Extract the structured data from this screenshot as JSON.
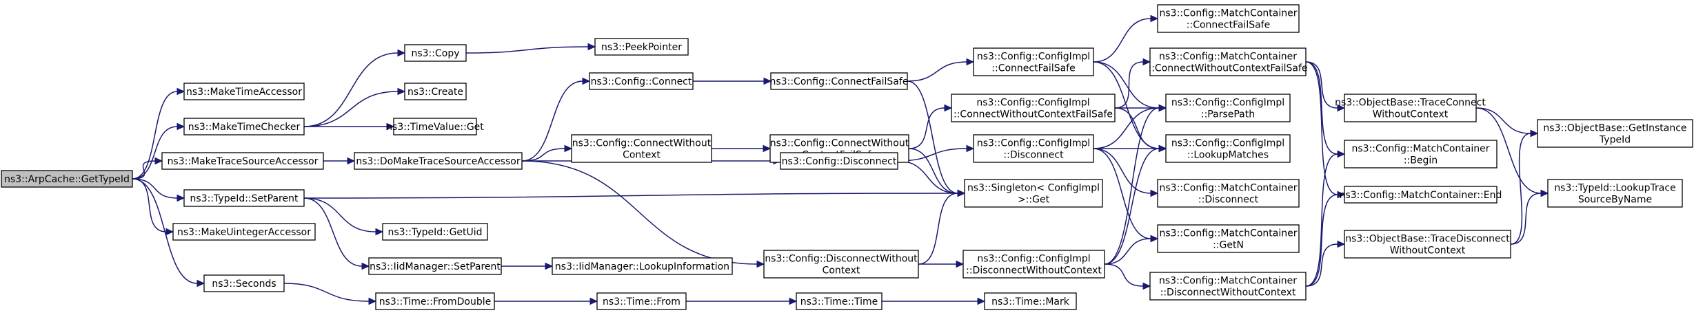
{
  "nodes": [
    {
      "id": "root",
      "lines": [
        "ns3::ArpCache::GetTypeId"
      ],
      "root": true
    },
    {
      "id": "mta",
      "lines": [
        "ns3::MakeTimeAccessor"
      ]
    },
    {
      "id": "mtc",
      "lines": [
        "ns3::MakeTimeChecker"
      ]
    },
    {
      "id": "mtsa",
      "lines": [
        "ns3::MakeTraceSourceAccessor"
      ]
    },
    {
      "id": "sp",
      "lines": [
        "ns3::TypeId::SetParent"
      ]
    },
    {
      "id": "mua",
      "lines": [
        "ns3::MakeUintegerAccessor"
      ]
    },
    {
      "id": "sec",
      "lines": [
        "ns3::Seconds"
      ]
    },
    {
      "id": "copy",
      "lines": [
        "ns3::Copy"
      ]
    },
    {
      "id": "create",
      "lines": [
        "ns3::Create"
      ]
    },
    {
      "id": "tvget",
      "lines": [
        "ns3::TimeValue::Get"
      ]
    },
    {
      "id": "dmtsa",
      "lines": [
        "ns3::DoMakeTraceSourceAccessor"
      ]
    },
    {
      "id": "getuid",
      "lines": [
        "ns3::TypeId::GetUid"
      ]
    },
    {
      "id": "iidsp",
      "lines": [
        "ns3::IidManager::SetParent"
      ]
    },
    {
      "id": "fromdouble",
      "lines": [
        "ns3::Time::FromDouble"
      ]
    },
    {
      "id": "peek",
      "lines": [
        "ns3::PeekPointer"
      ]
    },
    {
      "id": "cconnect",
      "lines": [
        "ns3::Config::Connect"
      ]
    },
    {
      "id": "ccwc",
      "lines": [
        "ns3::Config::ConnectWithout",
        "Context"
      ]
    },
    {
      "id": "lookupinfo",
      "lines": [
        "ns3::IidManager::LookupInformation"
      ]
    },
    {
      "id": "tfrom",
      "lines": [
        "ns3::Time::From"
      ]
    },
    {
      "id": "ccfs",
      "lines": [
        "ns3::Config::ConnectFailSafe"
      ]
    },
    {
      "id": "ccwcfs",
      "lines": [
        "ns3::Config::ConnectWithout",
        "ContextFailSafe"
      ]
    },
    {
      "id": "cdisc",
      "lines": [
        "ns3::Config::Disconnect"
      ]
    },
    {
      "id": "cdwc",
      "lines": [
        "ns3::Config::DisconnectWithout",
        "Context"
      ]
    },
    {
      "id": "ttime",
      "lines": [
        "ns3::Time::Time"
      ]
    },
    {
      "id": "cicfs",
      "lines": [
        "ns3::Config::ConfigImpl",
        "::ConnectFailSafe"
      ]
    },
    {
      "id": "cicwcfs",
      "lines": [
        "ns3::Config::ConfigImpl",
        "::ConnectWithoutContextFailSafe"
      ]
    },
    {
      "id": "cidisc",
      "lines": [
        "ns3::Config::ConfigImpl",
        "::Disconnect"
      ]
    },
    {
      "id": "singleton",
      "lines": [
        "ns3::Singleton< ConfigImpl",
        ">::Get"
      ]
    },
    {
      "id": "cidwc",
      "lines": [
        "ns3::Config::ConfigImpl",
        "::DisconnectWithoutContext"
      ]
    },
    {
      "id": "tmark",
      "lines": [
        "ns3::Time::Mark"
      ]
    },
    {
      "id": "mccfs",
      "lines": [
        "ns3::Config::MatchContainer",
        "::ConnectFailSafe"
      ]
    },
    {
      "id": "mccwcfs",
      "lines": [
        "ns3::Config::MatchContainer",
        "::ConnectWithoutContextFailSafe"
      ]
    },
    {
      "id": "parsepath",
      "lines": [
        "ns3::Config::ConfigImpl",
        "::ParsePath"
      ]
    },
    {
      "id": "lookupm",
      "lines": [
        "ns3::Config::ConfigImpl",
        "::LookupMatches"
      ]
    },
    {
      "id": "mcdisc",
      "lines": [
        "ns3::Config::MatchContainer",
        "::Disconnect"
      ]
    },
    {
      "id": "mcgetn",
      "lines": [
        "ns3::Config::MatchContainer",
        "::GetN"
      ]
    },
    {
      "id": "mcdwc",
      "lines": [
        "ns3::Config::MatchContainer",
        "::DisconnectWithoutContext"
      ]
    },
    {
      "id": "obtcwc",
      "lines": [
        "ns3::ObjectBase::TraceConnect",
        "WithoutContext"
      ]
    },
    {
      "id": "mcbegin",
      "lines": [
        "ns3::Config::MatchContainer",
        "::Begin"
      ]
    },
    {
      "id": "mcend",
      "lines": [
        "ns3::Config::MatchContainer::End"
      ]
    },
    {
      "id": "obtdwc",
      "lines": [
        "ns3::ObjectBase::TraceDisconnect",
        "WithoutContext"
      ]
    },
    {
      "id": "obgit",
      "lines": [
        "ns3::ObjectBase::GetInstance",
        "TypeId"
      ]
    },
    {
      "id": "tidlts",
      "lines": [
        "ns3::TypeId::LookupTrace",
        "SourceByName"
      ]
    }
  ],
  "edges": [
    [
      "root",
      "mta"
    ],
    [
      "root",
      "mtc"
    ],
    [
      "root",
      "mtsa"
    ],
    [
      "root",
      "sp"
    ],
    [
      "root",
      "mua"
    ],
    [
      "root",
      "sec"
    ],
    [
      "mtc",
      "copy"
    ],
    [
      "mtc",
      "create"
    ],
    [
      "mtc",
      "tvget"
    ],
    [
      "copy",
      "peek"
    ],
    [
      "mtsa",
      "dmtsa"
    ],
    [
      "dmtsa",
      "cconnect"
    ],
    [
      "dmtsa",
      "ccwc"
    ],
    [
      "dmtsa",
      "cdisc"
    ],
    [
      "dmtsa",
      "cdwc"
    ],
    [
      "sp",
      "singleton"
    ],
    [
      "sp",
      "getuid"
    ],
    [
      "sp",
      "iidsp"
    ],
    [
      "iidsp",
      "lookupinfo"
    ],
    [
      "sec",
      "fromdouble"
    ],
    [
      "fromdouble",
      "tfrom"
    ],
    [
      "tfrom",
      "ttime"
    ],
    [
      "ttime",
      "tmark"
    ],
    [
      "cconnect",
      "ccfs"
    ],
    [
      "ccfs",
      "cicfs"
    ],
    [
      "ccfs",
      "singleton"
    ],
    [
      "ccwc",
      "ccwcfs"
    ],
    [
      "ccwcfs",
      "cicwcfs"
    ],
    [
      "ccwcfs",
      "singleton"
    ],
    [
      "cdisc",
      "cidisc"
    ],
    [
      "cdisc",
      "singleton"
    ],
    [
      "cdwc",
      "singleton"
    ],
    [
      "cdwc",
      "cidwc"
    ],
    [
      "cicfs",
      "mccfs"
    ],
    [
      "cicfs",
      "parsepath"
    ],
    [
      "cicfs",
      "lookupm"
    ],
    [
      "cicwcfs",
      "mccwcfs"
    ],
    [
      "cicwcfs",
      "parsepath"
    ],
    [
      "cicwcfs",
      "lookupm"
    ],
    [
      "cidisc",
      "parsepath"
    ],
    [
      "cidisc",
      "lookupm"
    ],
    [
      "cidisc",
      "mcdisc"
    ],
    [
      "cidisc",
      "mcgetn"
    ],
    [
      "cidwc",
      "parsepath"
    ],
    [
      "cidwc",
      "lookupm"
    ],
    [
      "cidwc",
      "mcgetn"
    ],
    [
      "cidwc",
      "mcdwc"
    ],
    [
      "mccwcfs",
      "obtcwc"
    ],
    [
      "mccwcfs",
      "mcbegin"
    ],
    [
      "mccwcfs",
      "mcend"
    ],
    [
      "mcdwc",
      "mcbegin"
    ],
    [
      "mcdwc",
      "mcend"
    ],
    [
      "mcdwc",
      "obtdwc"
    ],
    [
      "obtcwc",
      "obgit"
    ],
    [
      "obtcwc",
      "tidlts"
    ],
    [
      "obtdwc",
      "obgit"
    ],
    [
      "obtdwc",
      "tidlts"
    ]
  ]
}
